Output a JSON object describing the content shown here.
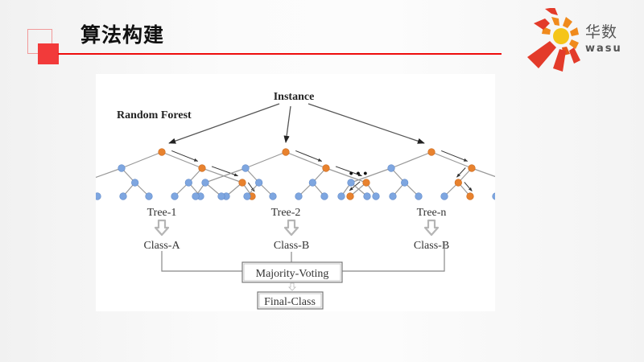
{
  "slide": {
    "title": "算法构建",
    "logo": {
      "icon": "sun-burst-logo-icon",
      "name_cn": "华数",
      "name_en": "wasu"
    }
  },
  "diagram": {
    "heading": "Random Forest",
    "input_label": "Instance",
    "ellipsis": "• • •",
    "colors": {
      "visited_node": "#e8822e",
      "normal_node": "#7ea6e0",
      "edge": "#999999",
      "arrow_box": "#b5b5b5",
      "accent_red": "#ee0c0c"
    },
    "trees": [
      {
        "label": "Tree-1",
        "class_label": "Class-A",
        "path": [
          "R",
          "R",
          "R"
        ]
      },
      {
        "label": "Tree-2",
        "class_label": "Class-B",
        "path": [
          "R",
          "R",
          "L"
        ]
      },
      {
        "label": "Tree-n",
        "class_label": "Class-B",
        "path": [
          "R",
          "L",
          "R"
        ]
      }
    ],
    "aggregator_label": "Majority-Voting",
    "output_label": "Final-Class"
  }
}
